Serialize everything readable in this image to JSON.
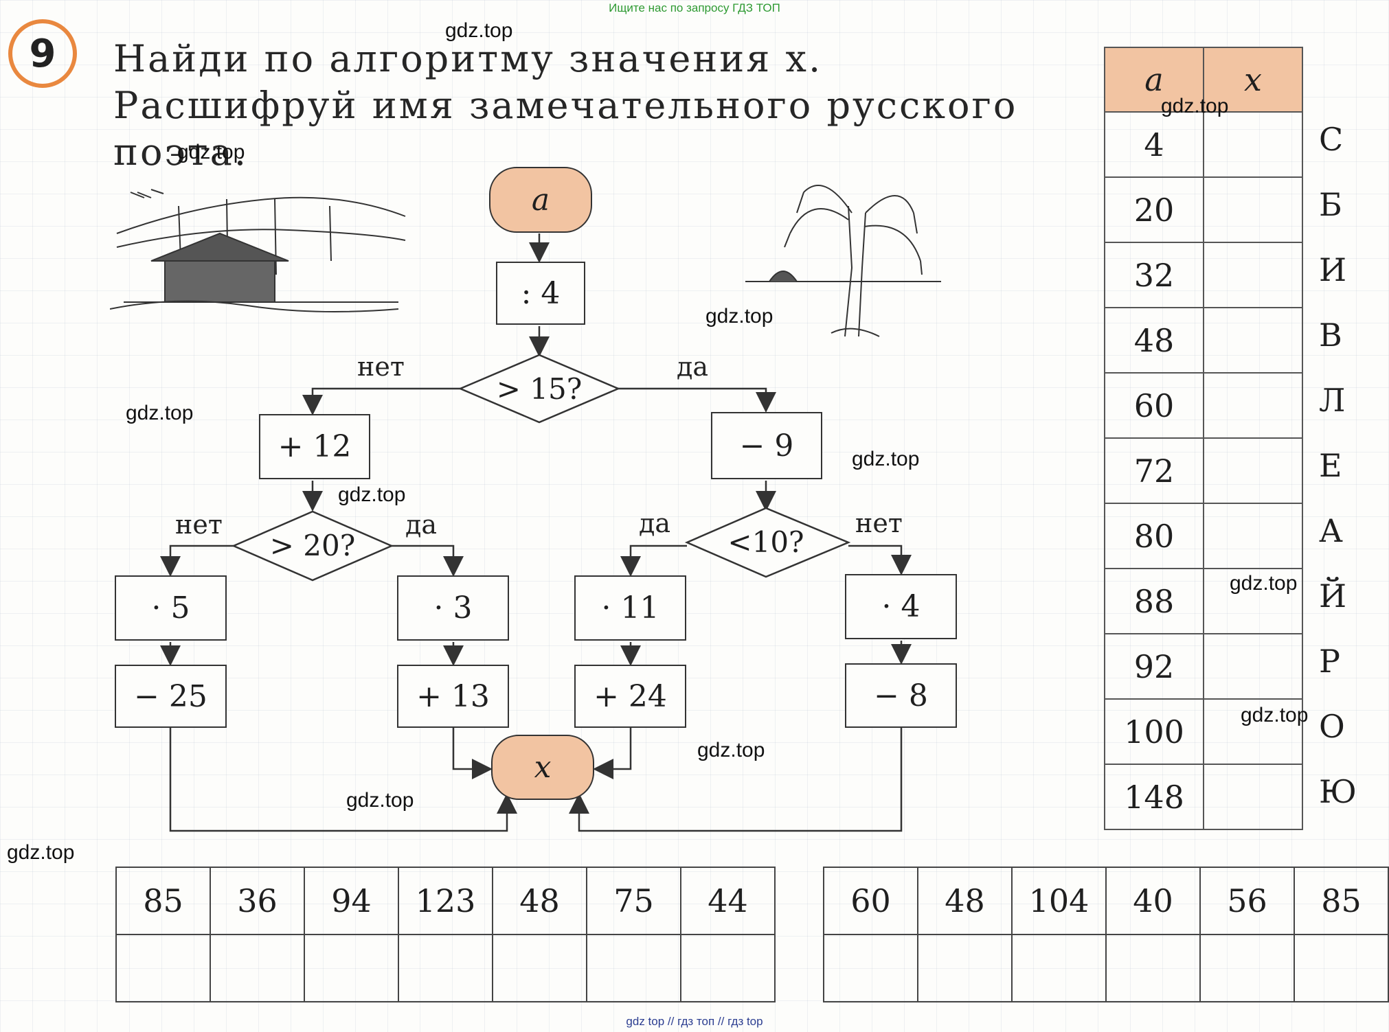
{
  "header_note": "Ищите нас по запросу ГДЗ ТОП",
  "footer_note": "gdz top  //  гдз топ  //  гдз top",
  "exercise_number": "9",
  "task_text": "Найди по алгоритму значения x. Расшифруй имя замечательного русского поэта.",
  "watermark": "gdz.top",
  "flowchart": {
    "start": "a",
    "step1": ": 4",
    "cond1": "> 15?",
    "cond1_no": "нет",
    "cond1_yes": "да",
    "left_add": "+ 12",
    "right_sub": "− 9",
    "cond2": "> 20?",
    "cond2_no": "нет",
    "cond2_yes": "да",
    "cond3": "<10?",
    "cond3_yes": "да",
    "cond3_no": "нет",
    "op_mul5": "· 5",
    "op_sub25": "− 25",
    "op_mul3": "· 3",
    "op_add13": "+ 13",
    "op_mul11": "· 11",
    "op_add24": "+ 24",
    "op_mul4": "· 4",
    "op_sub8": "− 8",
    "end": "x"
  },
  "lookup_table": {
    "headers": [
      "a",
      "x"
    ],
    "rows": [
      {
        "a": "4",
        "x": "",
        "letter": "С"
      },
      {
        "a": "20",
        "x": "",
        "letter": "Б"
      },
      {
        "a": "32",
        "x": "",
        "letter": "И"
      },
      {
        "a": "48",
        "x": "",
        "letter": "В"
      },
      {
        "a": "60",
        "x": "",
        "letter": "Л"
      },
      {
        "a": "72",
        "x": "",
        "letter": "Е"
      },
      {
        "a": "80",
        "x": "",
        "letter": "А"
      },
      {
        "a": "88",
        "x": "",
        "letter": "Й"
      },
      {
        "a": "92",
        "x": "",
        "letter": "Р"
      },
      {
        "a": "100",
        "x": "",
        "letter": "О"
      },
      {
        "a": "148",
        "x": "",
        "letter": "Ю"
      }
    ]
  },
  "answer_table_1": [
    "85",
    "36",
    "94",
    "123",
    "48",
    "75",
    "44"
  ],
  "answer_table_2": [
    "60",
    "48",
    "104",
    "40",
    "56",
    "85"
  ]
}
